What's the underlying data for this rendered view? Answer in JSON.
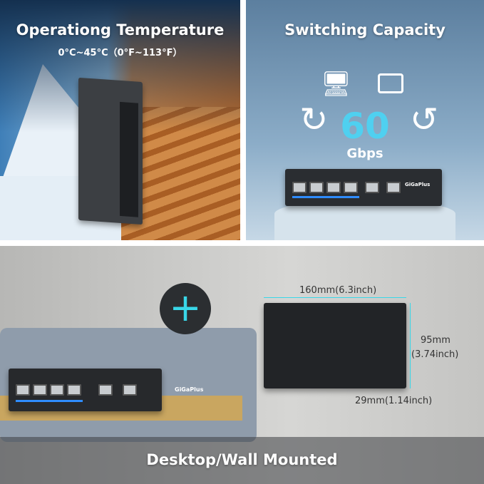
{
  "temperature": {
    "title": "Operationg Temperature",
    "range": "0°C~45°C（0°F~113°F）"
  },
  "capacity": {
    "title": "Switching Capacity",
    "value": "60",
    "unit": "Gbps",
    "brand": "GiGaPlus"
  },
  "mounting": {
    "title": "Desktop/Wall Mounted",
    "width": "160mm(6.3inch)",
    "height_mm": "95mm",
    "height_in": "(3.74inch)",
    "depth": "29mm(1.14inch)",
    "brand": "GiGaPlus"
  },
  "colors": {
    "accent_cyan": "#39d7e8",
    "port_led_blue": "#2f8cff"
  }
}
